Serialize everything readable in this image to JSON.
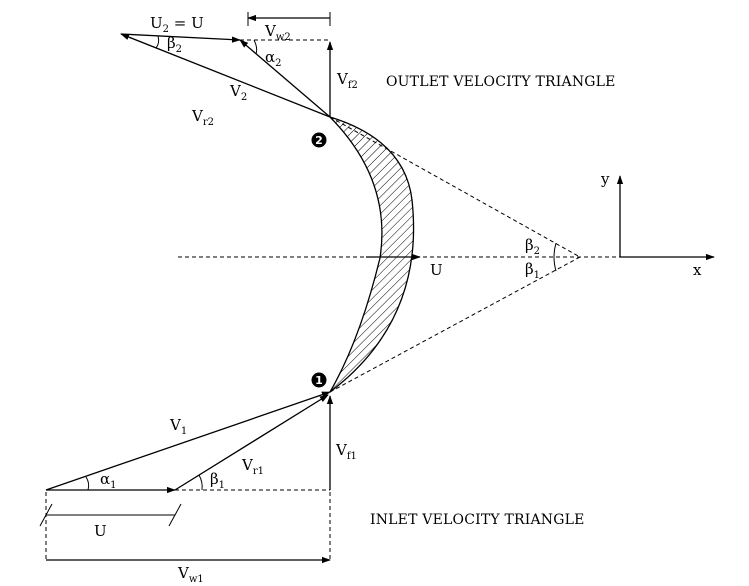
{
  "labels": {
    "inlet_caption": "INLET VELOCITY TRIANGLE",
    "outlet_caption": "OUTLET VELOCITY TRIANGLE",
    "inlet_marker": "1",
    "outlet_marker": "2",
    "x_axis": "x",
    "y_axis": "y",
    "blade_velocity": "U",
    "outlet_blade_velocity": {
      "base": "U",
      "sub": "2",
      "tail": " = U"
    },
    "V1": {
      "base": "V",
      "sub": "1"
    },
    "Vr1": {
      "base": "V",
      "sub": "r1"
    },
    "Vf1": {
      "base": "V",
      "sub": "f1"
    },
    "Vw1": {
      "base": "V",
      "sub": "w1"
    },
    "U_inlet": "U",
    "alpha1": {
      "base": "α",
      "sub": "1"
    },
    "beta1": {
      "base": "β",
      "sub": "1"
    },
    "V2": {
      "base": "V",
      "sub": "2"
    },
    "Vr2": {
      "base": "V",
      "sub": "r2"
    },
    "Vf2": {
      "base": "V",
      "sub": "f2"
    },
    "Vw2": {
      "base": "V",
      "sub": "w2"
    },
    "alpha2": {
      "base": "α",
      "sub": "2"
    },
    "beta2": {
      "base": "β",
      "sub": "2"
    },
    "beta1_center": {
      "base": "β",
      "sub": "1"
    },
    "beta2_center": {
      "base": "β",
      "sub": "2"
    }
  },
  "colors": {
    "stroke": "#000000",
    "background": "#ffffff"
  }
}
